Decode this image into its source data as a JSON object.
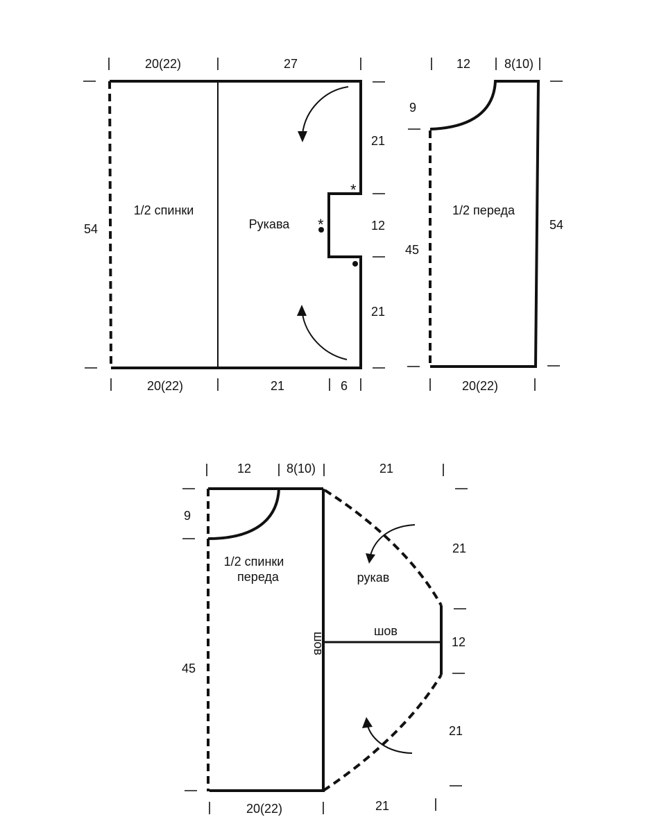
{
  "top": {
    "top_left_width": "20(22)",
    "top_sleeve_width": "27",
    "back_label": "1/2 спинки",
    "sleeve_label": "Рукава",
    "height": "54",
    "seg_upper": "21",
    "seg_middle": "12",
    "seg_lower": "21",
    "bottom_left_width": "20(22)",
    "bottom_sleeve_width": "21",
    "bottom_notch_width": "6",
    "star_mark": "*"
  },
  "front": {
    "neck_width": "12",
    "shoulder_width": "8(10)",
    "neck_depth": "9",
    "label": "1/2 переда",
    "side_height": "45",
    "height": "54",
    "bottom_width": "20(22)"
  },
  "bottom": {
    "neck_width": "12",
    "shoulder_width": "8(10)",
    "sleeve_width": "21",
    "neck_depth": "9",
    "label_line1": "1/2 спинки",
    "label_line2": "переда",
    "sleeve_label": "рукав",
    "side_seam_label": "шов",
    "sleeve_seam_label": "шов",
    "side_height": "45",
    "seg_upper": "21",
    "seg_middle": "12",
    "seg_lower": "21",
    "bottom_width": "20(22)",
    "bottom_sleeve_width": "21"
  }
}
